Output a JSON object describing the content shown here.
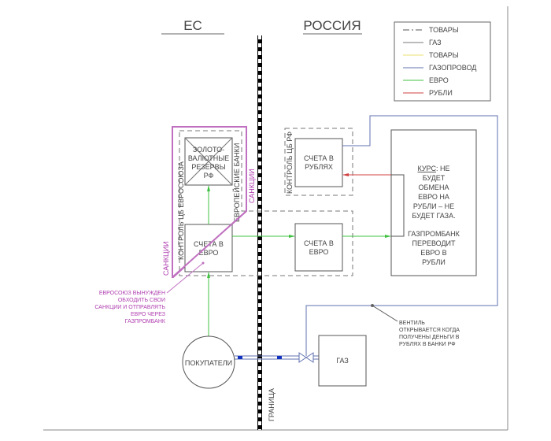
{
  "regions": {
    "eu": "ЕС",
    "russia": "РОССИЯ"
  },
  "legend": [
    {
      "label": "ТОВАРЫ",
      "color": "#555555",
      "style": "dashdot"
    },
    {
      "label": "ГАЗ",
      "color": "#777777",
      "style": "solid"
    },
    {
      "label": "ТОВАРЫ",
      "color": "#e8e070",
      "style": "solid"
    },
    {
      "label": "ГАЗОПРОВОД",
      "color": "#6070b0",
      "style": "solid"
    },
    {
      "label": "ЕВРО",
      "color": "#40c040",
      "style": "solid"
    },
    {
      "label": "РУБЛИ",
      "color": "#d04040",
      "style": "solid"
    }
  ],
  "nodes": {
    "reserves": [
      "ЗОЛОТО-",
      "ВАЛЮТНЫЕ",
      "РЕЗЕРВЫ",
      "РФ"
    ],
    "eu_euro_accounts": [
      "СЧЕТА В",
      "ЕВРО"
    ],
    "ru_euro_accounts": [
      "СЧЕТА В",
      "ЕВРО"
    ],
    "ruble_accounts": [
      "СЧЕТА В",
      "РУБЛЯХ"
    ],
    "buyers": "ПОКУПАТЕЛИ",
    "gas": "ГАЗ",
    "rate_box": {
      "heading": "КУРС",
      "lines": [
        ": НЕ",
        "БУДЕТ",
        "ОБМЕНА",
        "ЕВРО НА",
        "РУБЛИ – НЕ",
        "БУДЕТ ГАЗА."
      ],
      "lines2": [
        "ГАЗПРОМБАНК",
        "ПЕРЕВОДИТ",
        "ЕВРО В",
        "РУБЛИ"
      ]
    }
  },
  "labels": {
    "eu_cb_control": "КОНТРОЛЬ ЦБ ЕВРОСОЮЗА",
    "eu_banks": "ЕВРОПЕЙСКИЕ БАНКИ",
    "sanctions_1": "САНКЦИИ",
    "sanctions_2": "САНКЦИИ",
    "ru_cb_control": "КОНТРОЛЬ ЦБ РФ",
    "border": "ГРАНИЦА"
  },
  "notes": {
    "eu_note": [
      "ЕВРОСОЮЗ ВЫНУЖДЕН",
      "ОБХОДИТЬ СВОИ",
      "САНКЦИИ И ОТПРАВЛЯТЬ",
      "ЕВРО ЧЕРЕЗ",
      "ГАЗПРОМБАНК"
    ],
    "valve_note": [
      "ВЕНТИЛЬ",
      "ОТКРЫВАЕТСЯ КОГДА",
      "ПОЛУЧЕНЫ ДЕНЬГИ В",
      "РУБЛЯХ В БАНКИ РФ"
    ]
  },
  "colors": {
    "euro": "#40c040",
    "rubles": "#d04040",
    "pipeline": "#6070b0",
    "sanctions": "#c070c0"
  }
}
